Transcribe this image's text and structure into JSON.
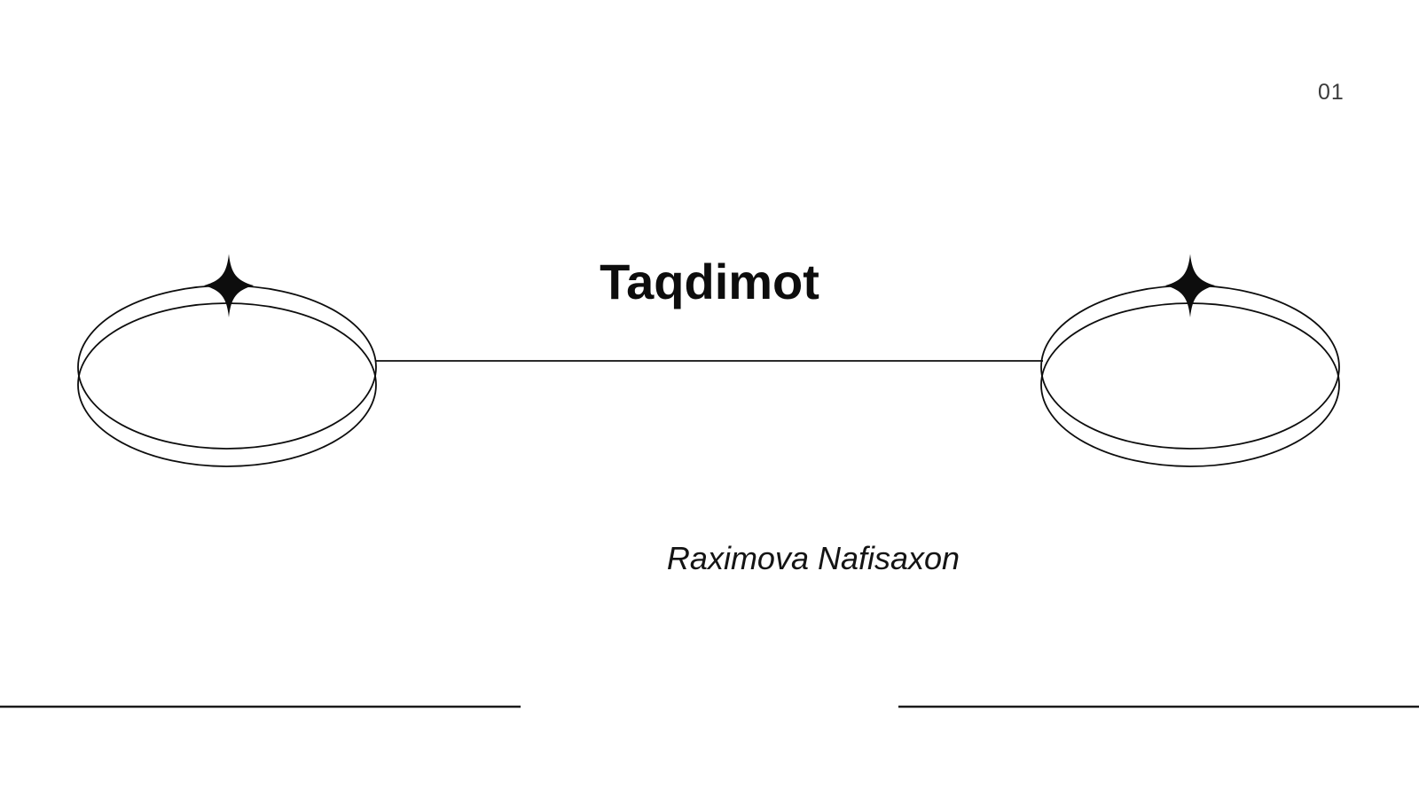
{
  "slide": {
    "page_number": "01",
    "title": "Taqdimot",
    "subtitle": "Raximova Nafisaxon"
  },
  "decorations": {
    "left_ornament": "double-ellipse-orbit-with-sparkle",
    "right_ornament": "double-ellipse-orbit-with-sparkle",
    "connector_line": "horizontal-connector-line",
    "footer_rule_left": "horizontal-rule",
    "footer_rule_right": "horizontal-rule"
  },
  "colors": {
    "background": "#ffffff",
    "ink": "#0d0d0d",
    "rule": "#1a1a1a",
    "page_number": "#3c3c3c"
  }
}
